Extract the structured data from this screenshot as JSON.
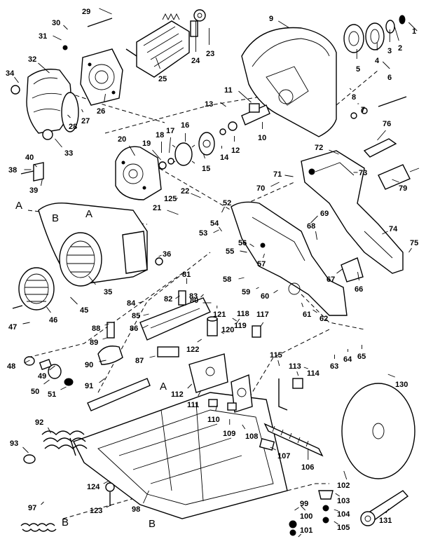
{
  "diagram": {
    "part_labels": [
      "1",
      "2",
      "3",
      "4",
      "5",
      "6",
      "7",
      "8",
      "9",
      "10",
      "11",
      "12",
      "13",
      "14",
      "15",
      "16",
      "17",
      "18",
      "19",
      "20",
      "21",
      "22",
      "23",
      "24",
      "25",
      "26",
      "27",
      "28",
      "29",
      "30",
      "31",
      "32",
      "33",
      "34",
      "35",
      "36",
      "38",
      "39",
      "40",
      "45",
      "46",
      "47",
      "48",
      "49",
      "50",
      "51",
      "52",
      "53",
      "54",
      "55",
      "56",
      "57",
      "58",
      "59",
      "60",
      "61",
      "62",
      "63",
      "64",
      "65",
      "66",
      "67",
      "68",
      "69",
      "70",
      "71",
      "72",
      "73",
      "74",
      "75",
      "76",
      "79",
      "80",
      "81",
      "82",
      "83",
      "84",
      "85",
      "86",
      "87",
      "88",
      "89",
      "90",
      "91",
      "92",
      "93",
      "97",
      "98",
      "99",
      "100",
      "101",
      "102",
      "103",
      "104",
      "105",
      "106",
      "107",
      "108",
      "109",
      "110",
      "111",
      "112",
      "113",
      "114",
      "115",
      "117",
      "118",
      "119",
      "120",
      "121",
      "122",
      "123",
      "124",
      "125",
      "130",
      "131"
    ],
    "ref_labels": [
      "A",
      "A",
      "A",
      "B",
      "B",
      "B"
    ]
  }
}
